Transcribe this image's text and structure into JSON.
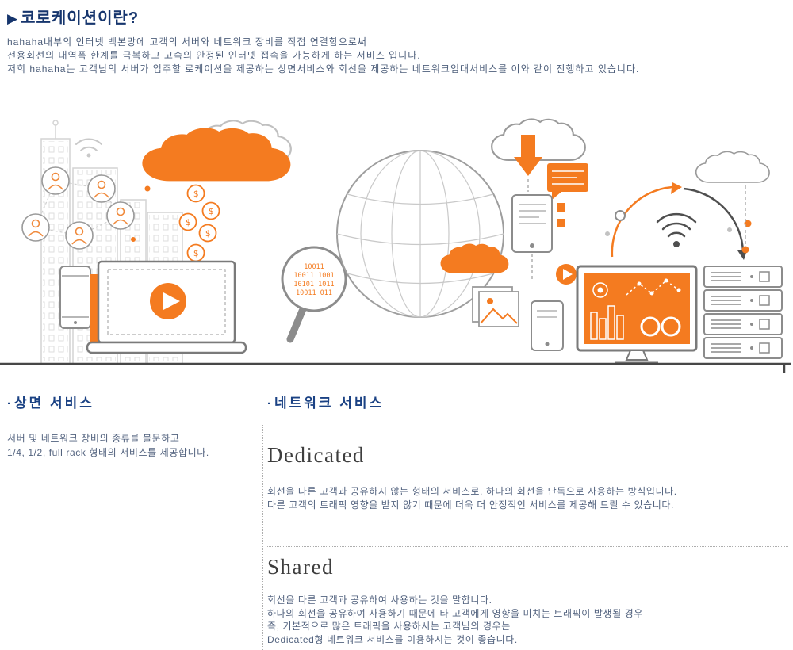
{
  "page": {
    "title_marker": "▶",
    "title": "코로케이션이란?"
  },
  "intro": {
    "lines": [
      "hahaha내부의 인터넷 백본망에 고객의 서버와 네트워크 장비를 직접 연결함으로써",
      "전용회선의 대역폭 한계를 극복하고 고속의 안정된 인터넷 접속을 가능하게 하는 서비스 입니다.",
      "저희 hahaha는 고객님의 서버가 입주할 로케이션을 제공하는 상면서비스와 회선을 제공하는 네트워크임대서비스를 이와 같이 진행하고 있습니다."
    ]
  },
  "floor_service": {
    "bullet": "·",
    "title": "상면 서비스",
    "lines": [
      "서버 및 네트워크 장비의 종류를 불문하고",
      "1/4, 1/2, full rack 형태의 서비스를 제공합니다."
    ]
  },
  "network_service": {
    "bullet": "·",
    "title": "네트워크 서비스",
    "items": [
      {
        "name": "Dedicated",
        "lines": [
          "회선을 다른 고객과 공유하지 않는 형태의 서비스로, 하나의 회선을 단독으로 사용하는 방식입니다.",
          "다른 고객의 트래픽 영향을 받지 않기 때문에 더욱 더 안정적인 서비스를 제공해 드릴 수 있습니다."
        ]
      },
      {
        "name": "Shared",
        "lines": [
          "회선을 다른 고객과 공유하여 사용하는 것을 말합니다.",
          "하나의 회선을 공유하여 사용하기 때문에 타 고객에게 영향을 미치는 트래픽이 발생될 경우",
          "즉, 기본적으로 많은 트래픽을 사용하시는 고객님의 경우는",
          "Dedicated형 네트워크 서비스를 이용하시는 것이 좋습니다."
        ]
      }
    ]
  },
  "illustration": {
    "coin_symbol": "$",
    "magnifier_lines": [
      "10011",
      "10011 1001",
      "10101 1011",
      "10011 011"
    ]
  },
  "colors": {
    "accent_orange": "#F47B20",
    "heading_blue": "#1B4284",
    "body_text": "#53637F",
    "ground_line": "#474747"
  }
}
